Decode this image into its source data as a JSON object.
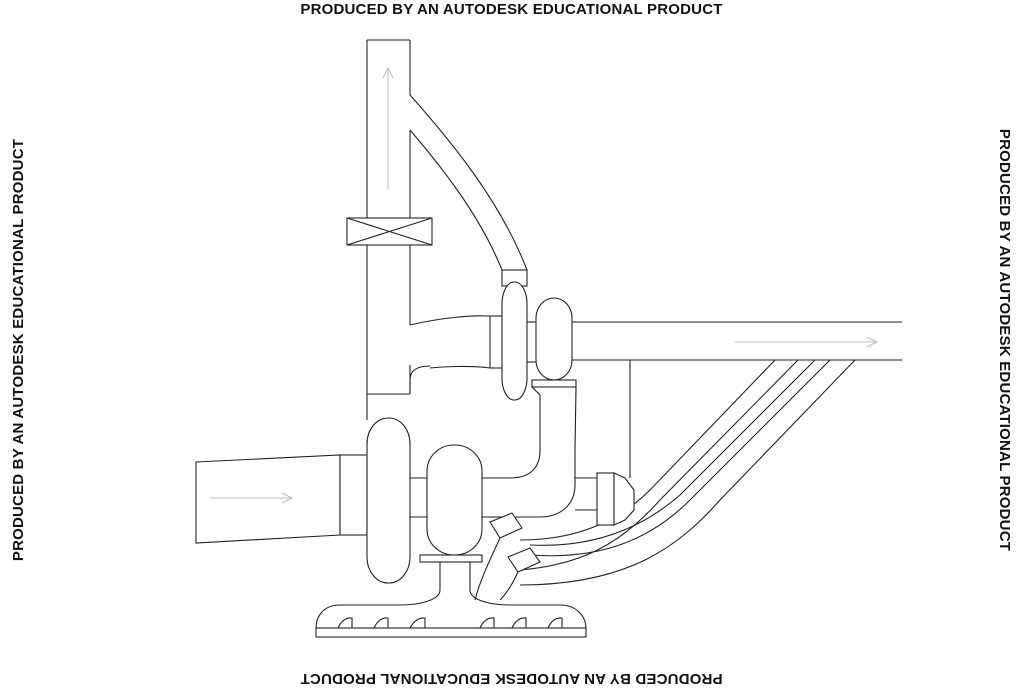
{
  "watermark": {
    "top": "PRODUCED BY AN AUTODESK EDUCATIONAL PRODUCT",
    "bottom": "PRODUCED BY AN AUTODESK EDUCATIONAL PRODUCT",
    "left": "PRODUCED BY AN AUTODESK EDUCATIONAL PRODUCT",
    "right": "PRODUCED BY AN AUTODESK EDUCATIONAL PRODUCT"
  }
}
